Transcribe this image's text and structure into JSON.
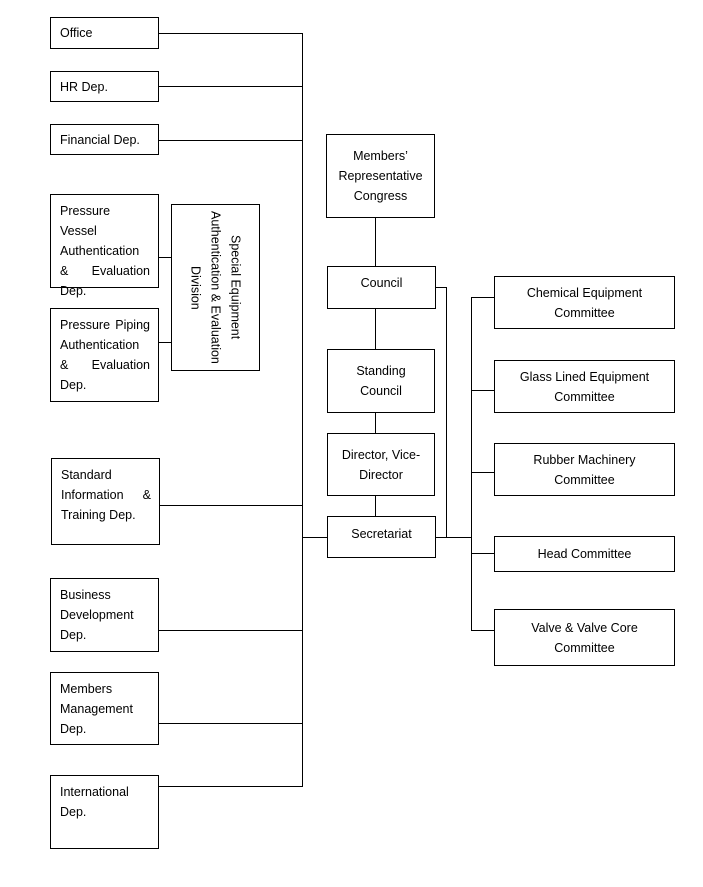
{
  "left_departments": [
    {
      "id": "office",
      "label": "Office"
    },
    {
      "id": "hr",
      "label": "HR Dep."
    },
    {
      "id": "financial",
      "label": "Financial Dep."
    },
    {
      "id": "pressure-vessel",
      "label": "Pressure Vessel Authentication & Evaluation Dep."
    },
    {
      "id": "pressure-piping",
      "label": "Pressure Piping Authentication & Evaluation Dep."
    },
    {
      "id": "standard-info",
      "label": "Standard Information & Training Dep."
    },
    {
      "id": "business-dev",
      "label": "Business Development Dep."
    },
    {
      "id": "members-mgmt",
      "label": "Members Management Dep."
    },
    {
      "id": "international",
      "label": "International Dep."
    }
  ],
  "division": {
    "label": "Special Equipment Authentication & Evaluation Division"
  },
  "center_chain": [
    {
      "id": "congress",
      "label": "Members’ Representative Congress"
    },
    {
      "id": "council",
      "label": "Council"
    },
    {
      "id": "standing-council",
      "label": "Standing Council"
    },
    {
      "id": "director",
      "label": "Director, Vice-Director"
    },
    {
      "id": "secretariat",
      "label": "Secretariat"
    }
  ],
  "committees": [
    {
      "id": "chemical",
      "label": "Chemical Equipment Committee"
    },
    {
      "id": "glass-lined",
      "label": "Glass Lined Equipment Committee"
    },
    {
      "id": "rubber",
      "label": "Rubber Machinery Committee"
    },
    {
      "id": "head",
      "label": "Head Committee"
    },
    {
      "id": "valve",
      "label": "Valve & Valve Core Committee"
    }
  ]
}
